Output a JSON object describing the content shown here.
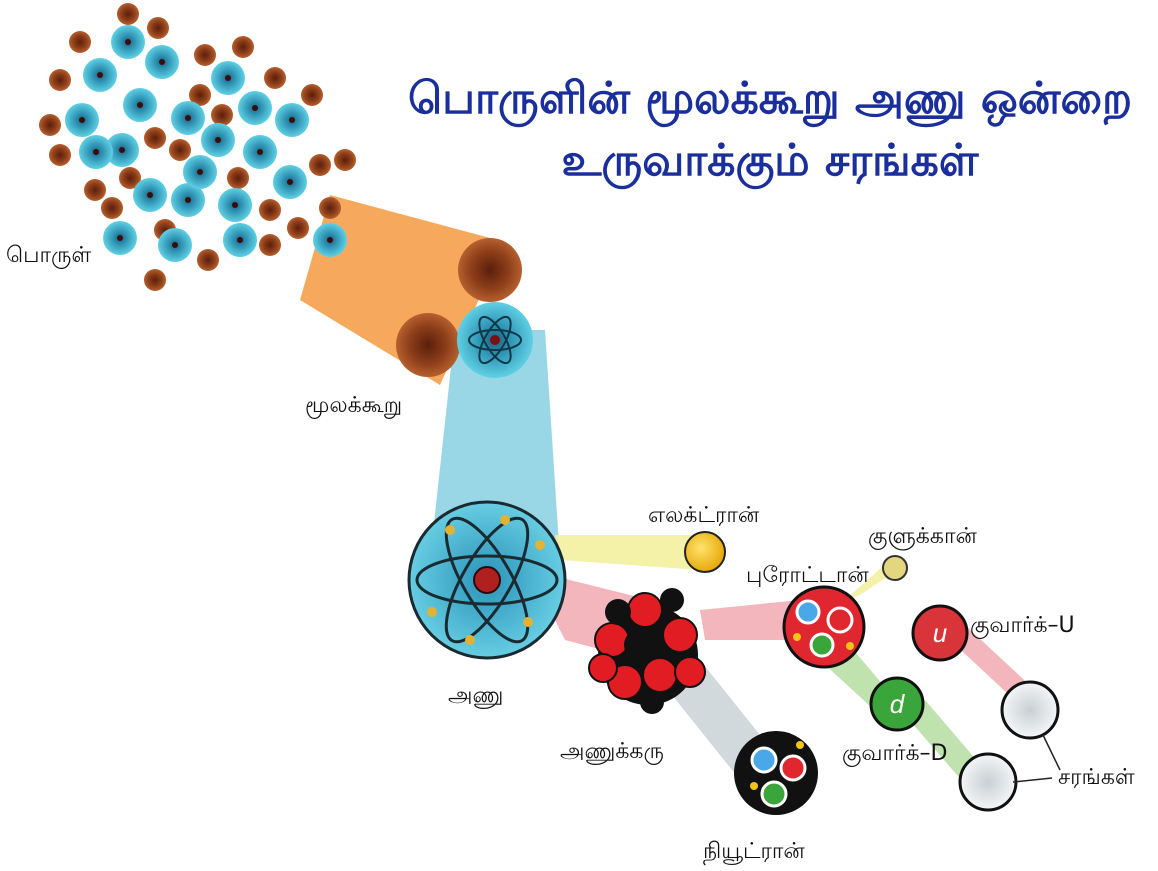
{
  "title": {
    "line1": "பொருளின் மூலக்கூறு அணு ஒன்றை",
    "line2": "உருவாக்கும் சரங்கள்"
  },
  "labels": {
    "matter": "பொருள்",
    "molecule": "மூலக்கூறு",
    "atom": "அணு",
    "electron": "எலக்ட்ரான்",
    "gluon": "குளுக்கான்",
    "proton": "புரோட்டான்",
    "quark_u": "குவார்க்–U",
    "nucleus": "அணுக்கரு",
    "quark_d": "குவார்க்–D",
    "neutron": "நியூட்ரான்",
    "strings": "சரங்கள்"
  },
  "quark_letters": {
    "u": "u",
    "d": "d"
  },
  "colors": {
    "title": "#1b2f9c",
    "cyan_atom": "#3fbfd6",
    "brown_atom": "#a0522d",
    "orange_beam": "#f5a04a",
    "blue_beam": "#8fd3e3",
    "yellow_beam": "#f3f0a0",
    "pink_beam": "#f2a9b1",
    "green_beam": "#b8dfa5",
    "grey_beam": "#cdd5d8",
    "electron": "#f7c318",
    "proton_red": "#e0272f",
    "quark_u": "#d9343a",
    "quark_d": "#3aa53a"
  }
}
